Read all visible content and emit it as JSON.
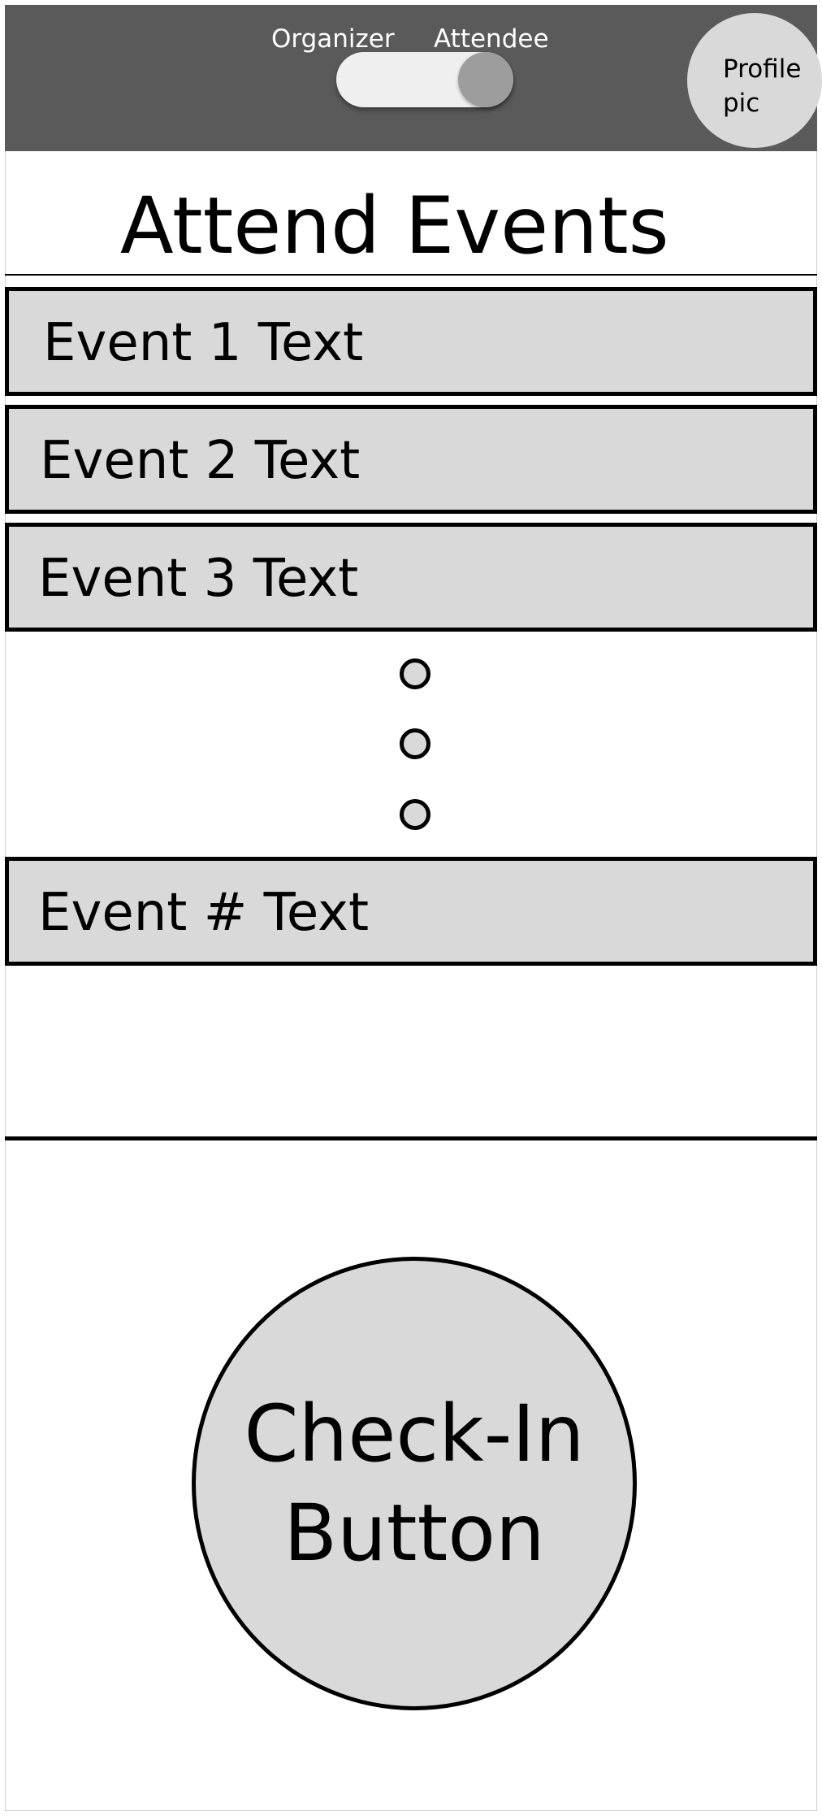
{
  "header": {
    "role_toggle": {
      "left_label": "Organizer",
      "right_label": "Attendee",
      "selected": "Attendee"
    },
    "profile": {
      "line1": "Profile",
      "line2": "pic"
    }
  },
  "main": {
    "title": "Attend Events",
    "events": [
      {
        "label": "Event 1 Text"
      },
      {
        "label": "Event 2 Text"
      },
      {
        "label": "Event 3 Text"
      },
      {
        "label": "Event # Text"
      }
    ]
  },
  "checkin": {
    "line1": "Check-In",
    "line2": "Button"
  },
  "colors": {
    "header_bg": "#5a5a5a",
    "card_fill": "#d9d9d9",
    "toggle_track": "#efefef",
    "toggle_knob": "#9d9d9d"
  }
}
